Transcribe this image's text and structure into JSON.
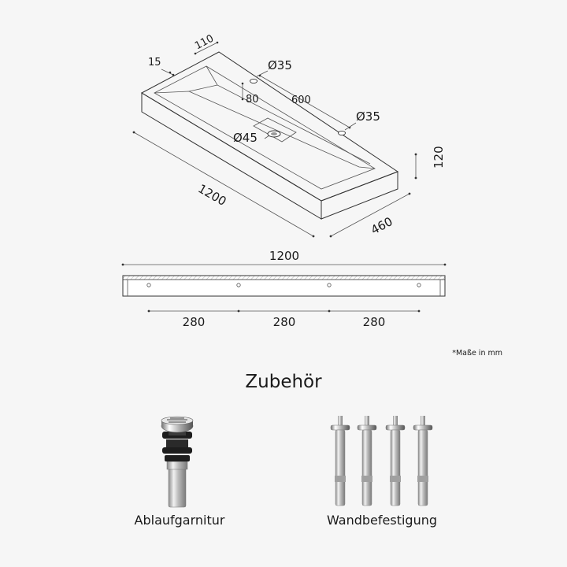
{
  "iso_view": {
    "dim_width": "1200",
    "dim_depth": "460",
    "dim_height": "120",
    "dim_rim": "110",
    "dim_wall": "15",
    "dim_offset": "80",
    "dim_hole_spacing": "600",
    "dim_hole_left": "Ø35",
    "dim_hole_right": "Ø35",
    "dim_drain": "Ø45"
  },
  "side_view": {
    "dim_total": "1200",
    "spacing": [
      "280",
      "280",
      "280"
    ]
  },
  "note": "*Maße in mm",
  "accessories": {
    "title": "Zubehör",
    "items": [
      {
        "label": "Ablaufgarnitur",
        "icon": "drain-fitting-icon"
      },
      {
        "label": "Wandbefestigung",
        "icon": "wall-anchor-bolt-icon"
      }
    ]
  },
  "colors": {
    "background": "#f6f6f6",
    "line": "#333333",
    "metal": "#c9c9c9",
    "rubber": "#1d1d1d"
  }
}
